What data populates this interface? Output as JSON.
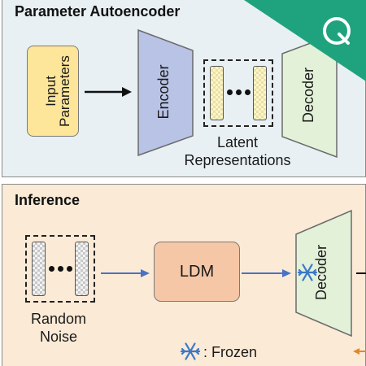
{
  "panels": {
    "autoencoder": {
      "title": "Parameter Autoencoder",
      "input_label_line1": "Input",
      "input_label_line2": "Parameters",
      "encoder_label": "Encoder",
      "decoder_label": "Decoder",
      "latent_line1": "Latent",
      "latent_line2": "Representations"
    },
    "inference": {
      "title": "Inference",
      "ldm_label": "LDM",
      "decoder_label": "Decoder",
      "noise_line1": "Random",
      "noise_line2": "Noise",
      "legend_label": ": Frozen"
    }
  },
  "icons": [
    "snowflake-icon",
    "logo-icon"
  ],
  "colors": {
    "top_panel_bg": "#e8f0f3",
    "bottom_panel_bg": "#fbead6",
    "input_box": "#fde59a",
    "encoder": "#b8c3e6",
    "decoder": "#e3f1d9",
    "ldm": "#f6c7a6",
    "arrow_blue": "#4a72c4",
    "arrow_orange": "#e08a2a",
    "corner_badge": "#1fa37f",
    "snowflake": "#3a78c8"
  }
}
